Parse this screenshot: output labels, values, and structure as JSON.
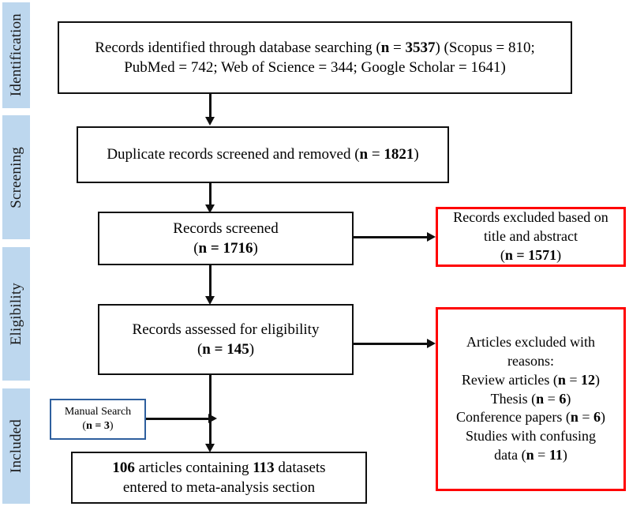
{
  "figure": {
    "type": "prisma-flow-diagram",
    "colors": {
      "stage_bar": "#BDD7EE",
      "box_border": "#0F0F0F",
      "excluded_border": "#FF0000",
      "manual_border": "#2E5F9E",
      "text": "#000000",
      "background": "#FFFFFF"
    }
  },
  "stages": [
    {
      "label": "Identification"
    },
    {
      "label": "Screening"
    },
    {
      "label": "Eligibility"
    },
    {
      "label": "Included"
    }
  ],
  "nodes": {
    "identified": {
      "line1_a": "Records identified through database searching (",
      "line1_n": "n",
      "line1_eq": " = ",
      "line1_val": "3537",
      "line1_b": ") (Scopus = 810;",
      "line2": "PubMed = 742; Web of Science = 344; Google Scholar = 1641)"
    },
    "duplicates": {
      "line1_a": "Duplicate records screened and removed (",
      "line1_n": "n",
      "line1_eq": " = ",
      "line1_val": "1821",
      "line1_b": ")"
    },
    "screened": {
      "line1": "Records screened",
      "line2_a": "(",
      "line2_n": "n",
      "line2_eq": " = ",
      "line2_val": "1716",
      "line2_b": ")"
    },
    "excluded_title": {
      "line1": "Records excluded based on",
      "line2": "title and abstract",
      "line3_a": "(",
      "line3_n": "n",
      "line3_eq": " = ",
      "line3_val": "1571",
      "line3_b": ")"
    },
    "eligibility": {
      "line1": "Records assessed for eligibility",
      "line2_a": "(",
      "line2_n": "n",
      "line2_eq": " = ",
      "line2_val": "145",
      "line2_b": ")"
    },
    "excluded_reasons": {
      "line1": "Articles excluded with",
      "line2": "reasons:",
      "line3_a": "Review articles (",
      "line3_n": "n",
      "line3_eq": " = ",
      "line3_val": "12",
      "line3_b": ")",
      "line4_a": "Thesis (",
      "line4_n": "n",
      "line4_eq": " = ",
      "line4_val": "6",
      "line4_b": ")",
      "line5_a": "Conference papers (",
      "line5_n": "n",
      "line5_eq": " = ",
      "line5_val": "6",
      "line5_b": ")",
      "line6": "Studies with confusing",
      "line7_a": "data (",
      "line7_n": "n",
      "line7_eq": " = ",
      "line7_val": "11",
      "line7_b": ")"
    },
    "manual_search": {
      "line1": "Manual Search",
      "line2_a": "(",
      "line2_n": "n",
      "line2_eq": " = ",
      "line2_val": "3",
      "line2_b": ")"
    },
    "final": {
      "line1_count": "106",
      "line1_a": " articles containing ",
      "line1_datasets": "113",
      "line1_b": " datasets",
      "line2": "entered to meta-analysis section"
    }
  }
}
